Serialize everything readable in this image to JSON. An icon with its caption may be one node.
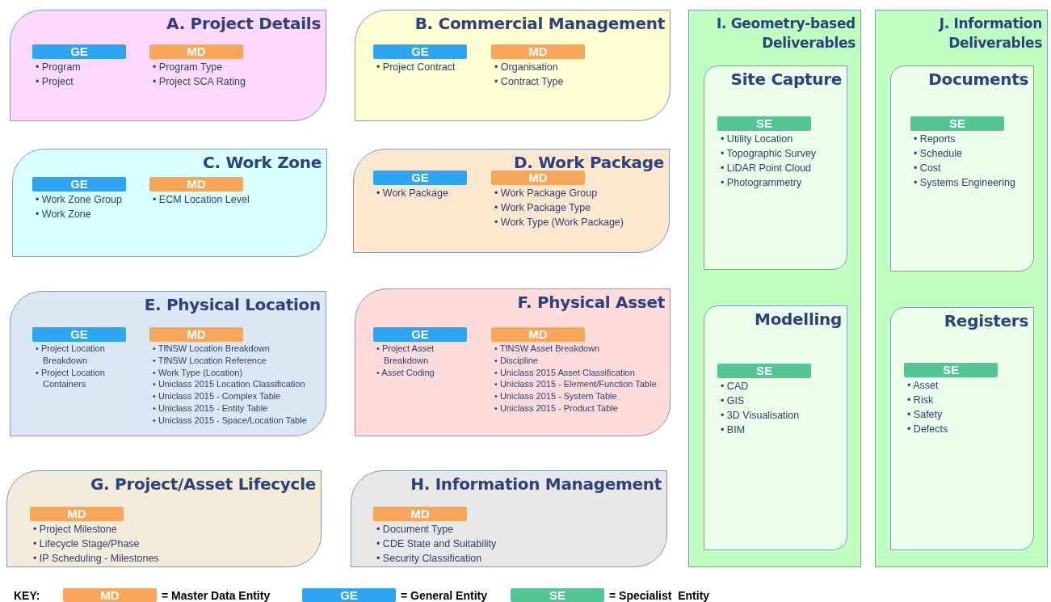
{
  "diagram": {
    "nodes": [
      {
        "text": [
          "A. Project Details"
        ]
      },
      {
        "text": [
          "GE"
        ],
        "in": 0,
        "beside": [
          "• Program",
          "• Project"
        ]
      },
      {
        "text": [
          "MD"
        ],
        "in": 0,
        "beside": [
          "• Program Type",
          "• Project SCA Rating"
        ]
      },
      {
        "text": [
          "B. Commercial Management"
        ]
      },
      {
        "text": [
          "GE"
        ],
        "in": 3,
        "beside": [
          "• Project Contract"
        ]
      },
      {
        "text": [
          "MD"
        ],
        "in": 3,
        "beside": [
          "• Organisation",
          "• Contract Type"
        ]
      },
      {
        "text": [
          "I. Geometry-based Deliverables"
        ]
      },
      {
        "text": [
          "Site Capture"
        ],
        "in": 6
      },
      {
        "text": [
          "SE"
        ],
        "in": 7,
        "beside": [
          "• Utility Location",
          "• Topographic Survey",
          "• LiDAR Point Cloud",
          "• Photogrammetry"
        ]
      },
      {
        "text": [
          "J. Information Deliverables"
        ]
      },
      {
        "text": [
          "Documents"
        ],
        "in": 9
      },
      {
        "text": [
          "SE"
        ],
        "in": 10,
        "beside": [
          "• Reports",
          "• Schedule",
          "• Cost",
          "• Systems Engineering"
        ]
      },
      {
        "text": [
          "C. Work Zone"
        ]
      },
      {
        "text": [
          "GE"
        ],
        "in": 12,
        "beside": [
          "• Work Zone Group",
          "• Work Zone"
        ]
      },
      {
        "text": [
          "MD"
        ],
        "in": 12,
        "beside": [
          "• ECM Location Level"
        ]
      },
      {
        "text": [
          "D. Work Package"
        ]
      },
      {
        "text": [
          "GE"
        ],
        "in": 15,
        "beside": [
          "• Work Package"
        ]
      },
      {
        "text": [
          "MD"
        ],
        "in": 15,
        "beside": [
          "• Work Package Group",
          "• Work Package Type",
          "• Work Type (Work Package)"
        ]
      },
      {
        "text": [
          "E. Physical Location"
        ]
      },
      {
        "text": [
          "GE"
        ],
        "in": 18,
        "beside": [
          "• Project Location Breakdown",
          "• Project Location Containers"
        ]
      },
      {
        "text": [
          "MD"
        ],
        "in": 18,
        "beside": [
          "• TfNSW Location Breakdown",
          "• TfNSW Location Reference",
          "• Work Type (Location)",
          "• Uniclass 2015 Location Classification",
          "• Uniclass 2015 - Complex Table",
          "• Uniclass 2015 - Entity Table",
          "• Uniclass 2015 - Space/Location Table"
        ]
      },
      {
        "text": [
          "F. Physical Asset"
        ]
      },
      {
        "text": [
          "GE"
        ],
        "in": 21,
        "beside": [
          "• Project Asset Breakdown",
          "• Asset Coding"
        ]
      },
      {
        "text": [
          "MD"
        ],
        "in": 21,
        "beside": [
          "• TfNSW Asset Breakdown",
          "• Discipline",
          "• Uniclass 2015 Asset Classification",
          "• Uniclass 2015 - Element/Function Table",
          "• Uniclass 2015 - System Table",
          "• Uniclass 2015 - Product Table"
        ]
      },
      {
        "text": [
          "Modelling"
        ],
        "in": 6
      },
      {
        "text": [
          "SE"
        ],
        "in": 24,
        "beside": [
          "• CAD",
          "• GIS",
          "• 3D Visualisation",
          "• BIM"
        ]
      },
      {
        "text": [
          "Registers"
        ],
        "in": 9
      },
      {
        "text": [
          "SE"
        ],
        "in": 26,
        "beside": [
          "• Asset",
          "• Risk",
          "• Safety",
          "• Defects"
        ]
      },
      {
        "text": [
          "G. Project/Asset Lifecycle"
        ]
      },
      {
        "text": [
          "MD"
        ],
        "in": 28,
        "beside": [
          "• Project Milestone",
          "• Lifecycle Stage/Phase",
          "• IP Scheduling - Milestones"
        ]
      },
      {
        "text": [
          "H. Information Management"
        ]
      },
      {
        "text": [
          "MD"
        ],
        "in": 30,
        "beside": [
          "• Document Type",
          "• CDE State and Suitability",
          "• Security Classification"
        ]
      },
      {
        "text": [
          "MD"
        ],
        "beside": [
          "= Master Data Entity"
        ]
      },
      {
        "text": [
          "GE"
        ],
        "beside": [
          "= General Entity"
        ]
      },
      {
        "text": [
          "SE"
        ],
        "beside": [
          "= Specialist  Entity"
        ]
      }
    ],
    "edges": [],
    "labels": [
      "KEY:"
    ]
  }
}
